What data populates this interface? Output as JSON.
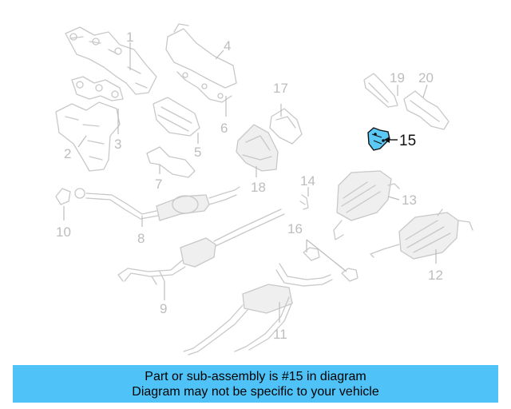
{
  "diagram": {
    "highlighted_part": "15",
    "part_numbers": [
      "1",
      "2",
      "3",
      "4",
      "5",
      "6",
      "7",
      "8",
      "9",
      "10",
      "11",
      "12",
      "13",
      "14",
      "15",
      "16",
      "17",
      "18",
      "19",
      "20"
    ]
  },
  "banner": {
    "line1": "Part or sub-assembly is #15 in diagram",
    "line2": "Diagram may not be specific to your vehicle"
  },
  "colors": {
    "banner": "#4fc3f7",
    "highlight": "#5bc8f5",
    "muted_parts": "#c8c8c8"
  }
}
